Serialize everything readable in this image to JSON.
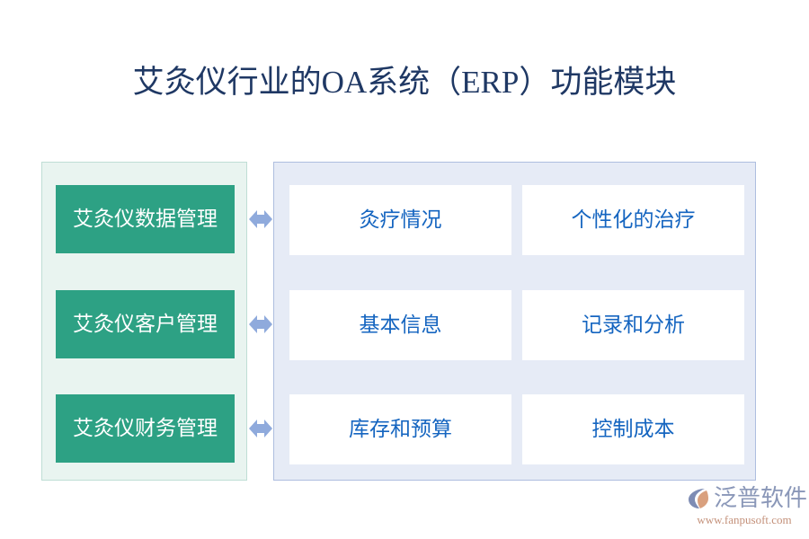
{
  "page": {
    "title": "艾灸仪行业的OA系统（ERP）功能模块",
    "title_color": "#1F3864",
    "background": "#FFFFFF"
  },
  "left_panel": {
    "background": "#E9F4F0",
    "border_color": "#BFDED5",
    "module_color": "#2DA184",
    "module_text_color": "#FFFFFF",
    "modules": [
      {
        "label": "艾灸仪数据管理"
      },
      {
        "label": "艾灸仪客户管理"
      },
      {
        "label": "艾灸仪财务管理"
      }
    ]
  },
  "connectors": {
    "icon": "double-arrow-horizontal-icon",
    "color": "#8FAADC",
    "count": 3
  },
  "right_panel": {
    "background": "#E6EBF6",
    "border_color": "#AEBEDF",
    "box_color": "#FFFFFF",
    "box_text_color": "#1565C0",
    "rows": [
      {
        "features": [
          {
            "label": "灸疗情况"
          },
          {
            "label": "个性化的治疗"
          }
        ]
      },
      {
        "features": [
          {
            "label": "基本信息"
          },
          {
            "label": "记录和分析"
          }
        ]
      },
      {
        "features": [
          {
            "label": "库存和预算"
          },
          {
            "label": "控制成本"
          }
        ]
      }
    ]
  },
  "watermark": {
    "logo_icon": "fanpu-swoosh-logo-icon",
    "name": "泛普软件",
    "url": "www.fanpusoft.com",
    "name_color": "#8A97B8",
    "url_color": "#C4917A"
  }
}
